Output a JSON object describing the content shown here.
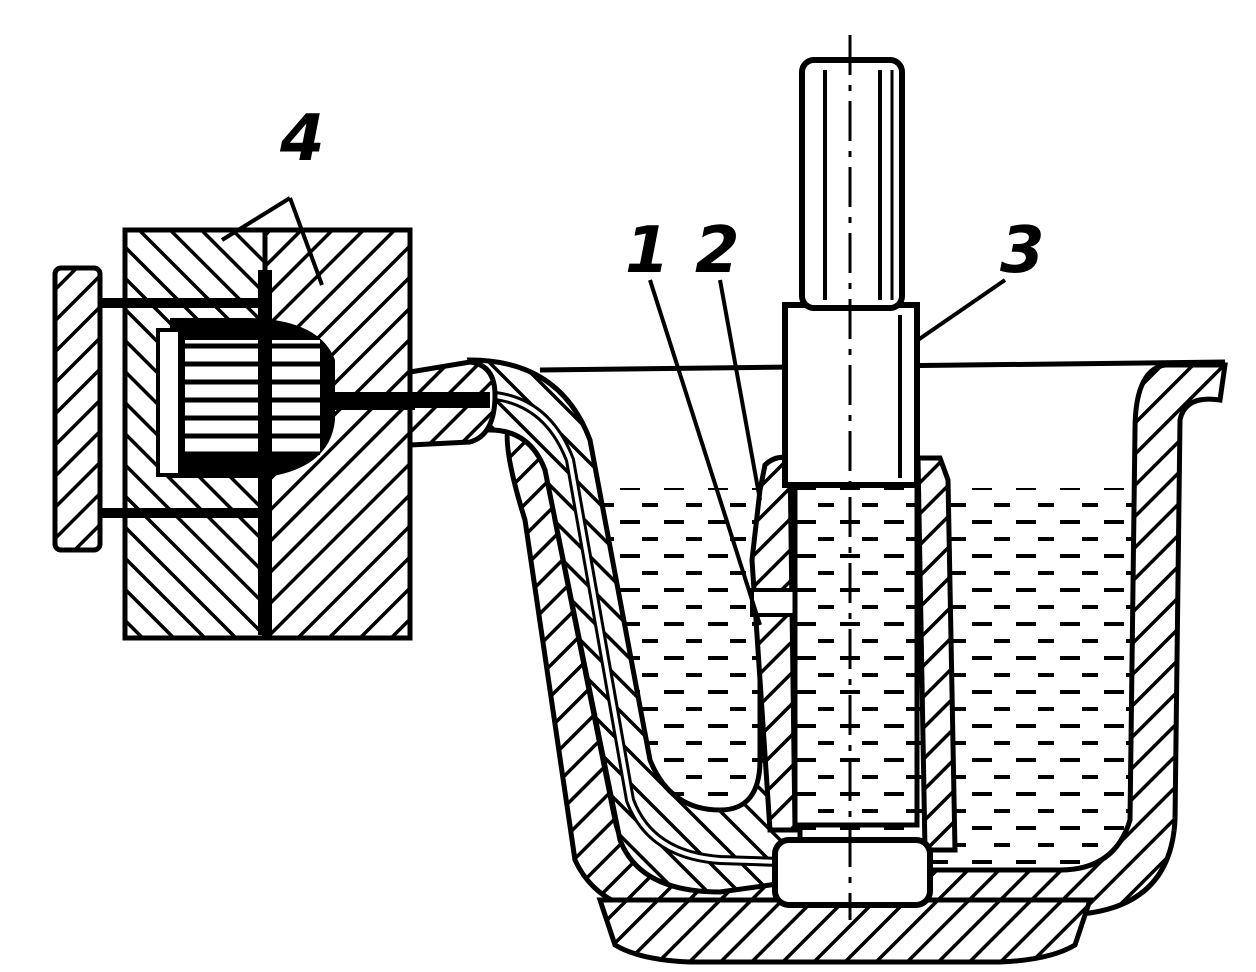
{
  "diagram": {
    "labels": [
      {
        "id": "label-1",
        "text": "1"
      },
      {
        "id": "label-2",
        "text": "2"
      },
      {
        "id": "label-3",
        "text": "3"
      },
      {
        "id": "label-4",
        "text": "4"
      }
    ],
    "colors": {
      "ink": "#000000",
      "paper": "#ffffff"
    }
  }
}
